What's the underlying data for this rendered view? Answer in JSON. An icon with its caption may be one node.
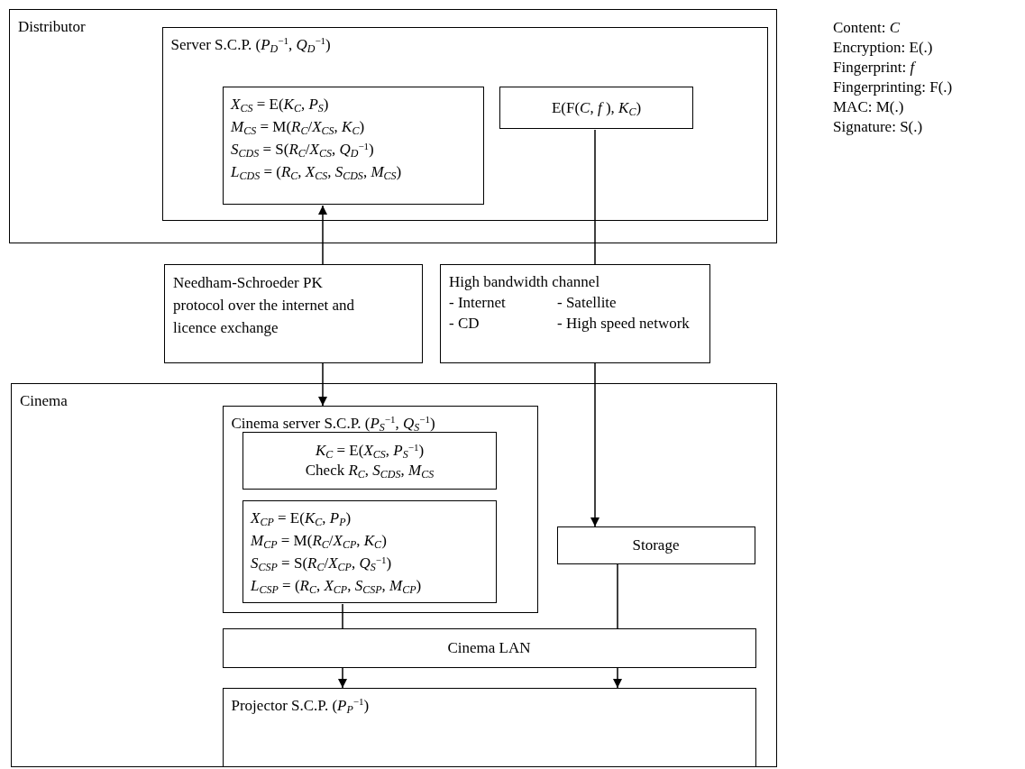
{
  "diagram": {
    "nodes": [
      {
        "text": [
          "Distributor"
        ]
      },
      {
        "text": [
          "Server S.C.P. (*P*$_{D}$$^{−1}$, *Q*$_{D}$$^{−1}$)"
        ],
        "in": 0
      },
      {
        "text": [
          "*X*$_{CS}$ = E(*K*$_{C}$, *P*$_{S}$)",
          "*M*$_{CS}$ = M(*R*$_{C}$/*X*$_{CS}$, *K*$_{C}$)",
          "*S*$_{CDS}$ = S(*R*$_{C}$/*X*$_{CS}$, *Q*$_{D}$$^{−1}$)",
          "*L*$_{CDS}$ = (*R*$_{C}$, *X*$_{CS}$, *S*$_{CDS}$, *M*$_{CS}$)"
        ],
        "in": 1
      },
      {
        "text": [
          "E(F(*C*, *f* ), *K*$_{C}$)"
        ],
        "in": 1
      },
      {
        "text": [
          "Needham-Schroeder PK protocol over the internet and licence exchange"
        ]
      },
      {
        "text": [
          "High bandwidth channel",
          "- Internet",
          "- Satellite",
          "- CD",
          "- High speed network"
        ]
      },
      {
        "text": [
          "Cinema"
        ]
      },
      {
        "text": [
          "Cinema server S.C.P. (*P*$_{S}$$^{−1}$, *Q*$_{S}$$^{−1}$)"
        ],
        "in": 6
      },
      {
        "text": [
          "*K*$_{C}$ = E(*X*$_{CS}$, *P*$_{S}$$^{−1}$)",
          "Check *R*$_{C}$, *S*$_{CDS}$, *M*$_{CS}$"
        ],
        "in": 7
      },
      {
        "text": [
          "*X*$_{CP}$ = E(*K*$_{C}$, *P*$_{P}$)",
          "*M*$_{CP}$ = M(*R*$_{C}$/*X*$_{CP}$, *K*$_{C}$)",
          "*S*$_{CSP}$ = S(*R*$_{C}$/*X*$_{CP}$, *Q*$_{S}$$^{−1}$)",
          "*L*$_{CSP}$ = (*R*$_{C}$, *X*$_{CP}$, *S*$_{CSP}$, *M*$_{CP}$)"
        ],
        "in": 7
      },
      {
        "text": [
          "Storage"
        ],
        "in": 6
      },
      {
        "text": [
          "Cinema LAN"
        ],
        "in": 6
      },
      {
        "text": [
          "Projector S.C.P. (*P*$_{P}$$^{−1}$)"
        ],
        "in": 6
      }
    ],
    "edges": [
      {
        "from": 4,
        "to": 2,
        "arrow": "to"
      },
      {
        "from": 4,
        "to": 7,
        "arrow": "to"
      },
      {
        "from": 3,
        "to": 5,
        "arrow": "none"
      },
      {
        "from": 5,
        "to": 10,
        "arrow": "to"
      },
      {
        "from": 9,
        "to": 11,
        "arrow": "none"
      },
      {
        "from": 10,
        "to": 11,
        "arrow": "none"
      },
      {
        "from": 11,
        "to": 12,
        "arrow": "to"
      },
      {
        "from": 11,
        "to": 12,
        "arrow": "to"
      }
    ],
    "labels": [
      "Content: *C*",
      "Encryption: E(.)",
      "Fingerprint: *f*",
      "Fingerprinting: F(.)",
      "MAC: M(.)",
      "Signature: S(.)"
    ]
  }
}
